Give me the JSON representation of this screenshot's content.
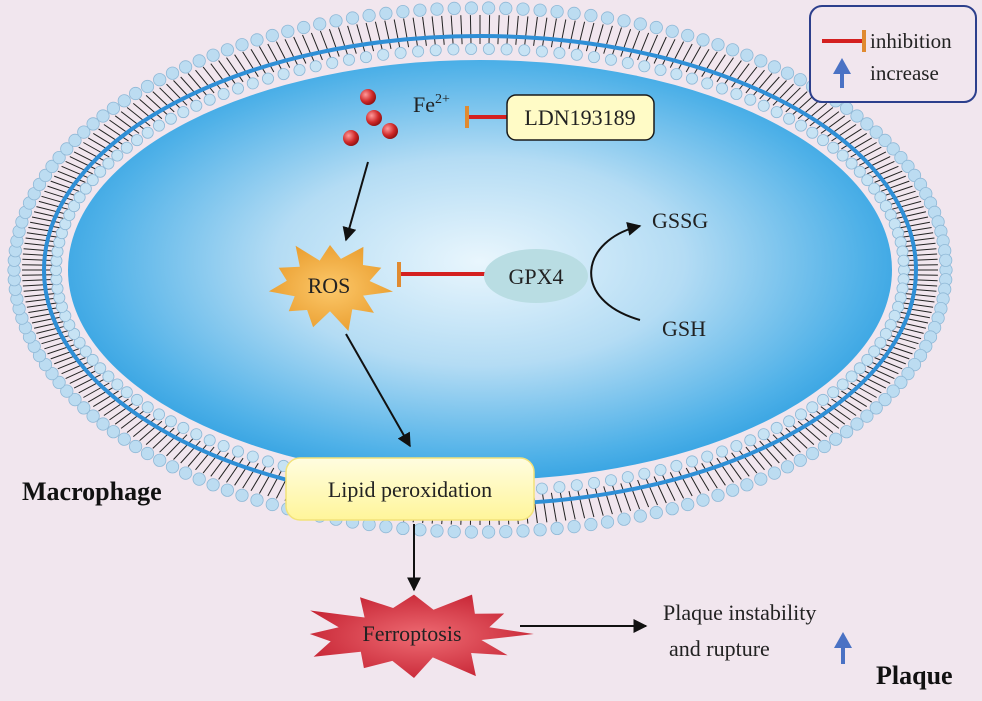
{
  "legend": {
    "inhibition_label": "inhibition",
    "increase_label": "increase"
  },
  "nodes": {
    "fe": "Fe",
    "fe_charge": "2+",
    "inhibitor": "LDN193189",
    "ros": "ROS",
    "gpx4": "GPX4",
    "gssg": "GSSG",
    "gsh": "GSH",
    "lipid": "Lipid peroxidation",
    "ferroptosis": "Ferroptosis",
    "outcome_line1": "Plaque instability",
    "outcome_line2": "and rupture"
  },
  "labels": {
    "macrophage": "Macrophage",
    "plaque": "Plaque"
  },
  "colors": {
    "background": "#f1e6ee",
    "cell_inner": "#2f9fe0",
    "cell_outer": "#e9f6fd",
    "membrane_blue": "#2f8fd6",
    "bead": "#bcdcf1",
    "inhibition_red": "#d42020",
    "inhibition_bar": "#e08a30",
    "increase_arrow": "#4a72c4",
    "ros": "#f0a23a",
    "ferroptosis": "#d4303a",
    "gpx4": "#b9dde3",
    "lipid_box": "#fff8b2",
    "iron": "#d02a2a"
  },
  "icons": {
    "inhibition": "t-bar-icon",
    "increase": "up-arrow-icon",
    "iron_ion": "red-sphere-icon"
  }
}
